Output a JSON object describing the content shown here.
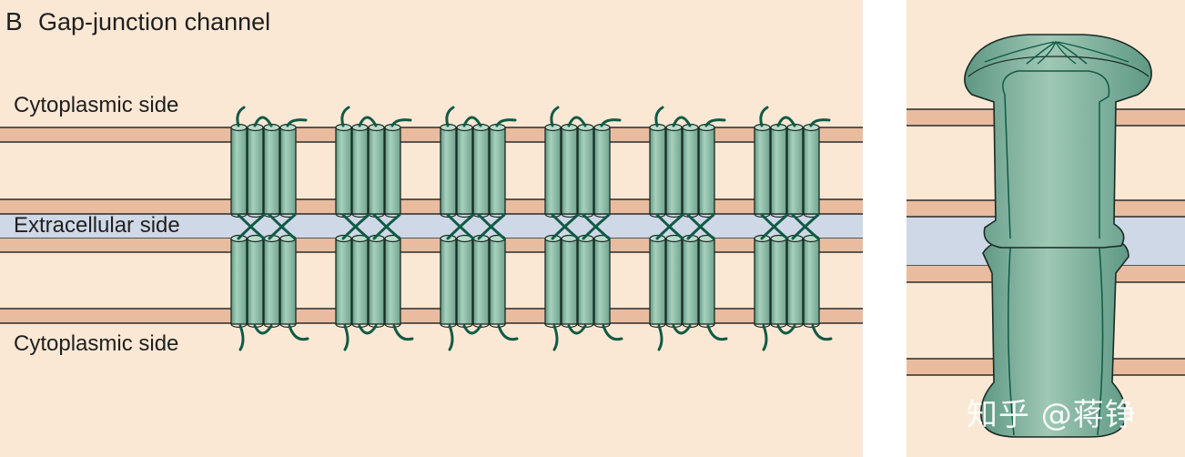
{
  "figure": {
    "panel_letter": "B",
    "title": "Gap-junction channel"
  },
  "labels": {
    "cytoplasmic_top": "Cytoplasmic side",
    "extracellular": "Extracellular side",
    "cytoplasmic_bottom": "Cytoplasmic side"
  },
  "watermark": "知乎 @蒋铮",
  "diagram": {
    "connexon_pair_count": 6,
    "helices_per_hemichannel": 4
  },
  "colors": {
    "cytoplasm_bg": "#fbe8d4",
    "membrane_band": "#e9bc9f",
    "extracellular_band": "#cfd8e6",
    "protein_fill": "#7fb09c",
    "protein_highlight": "#a8d0bd",
    "protein_dark": "#0f5a45",
    "outline": "#1a2a24"
  }
}
